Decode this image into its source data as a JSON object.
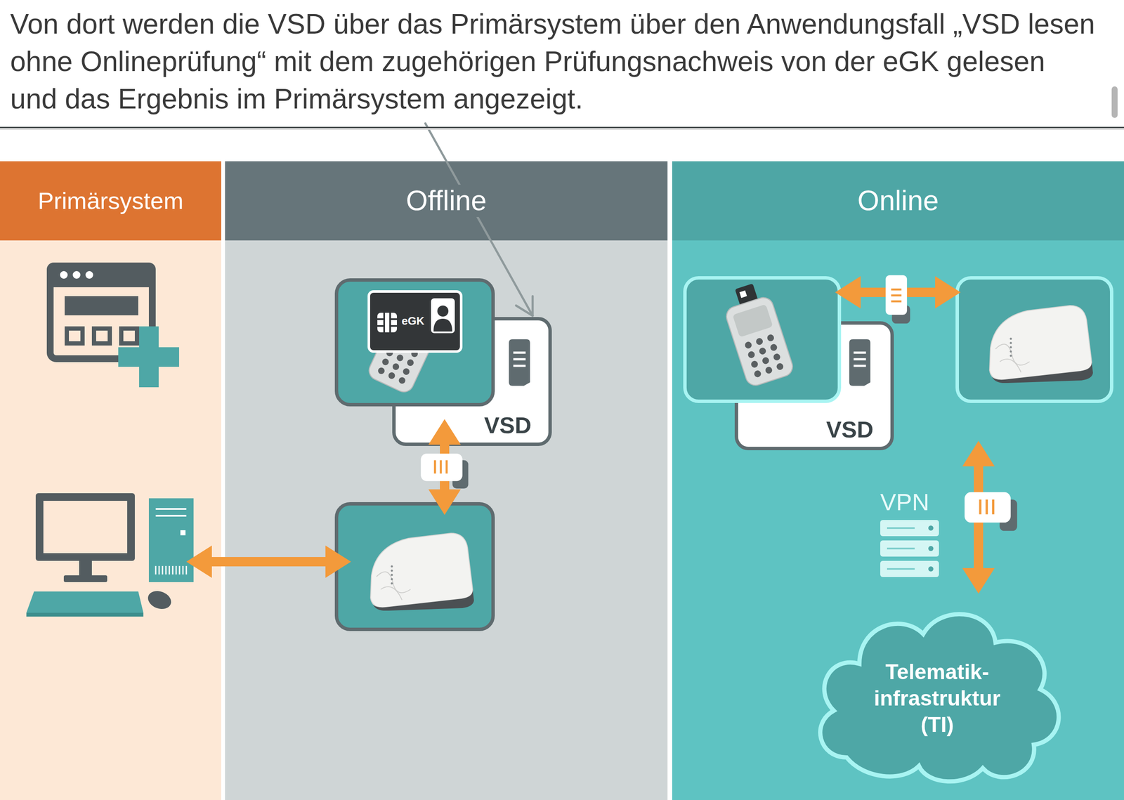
{
  "diagram": {
    "caption": "Von dort werden die VSD über das Primärsystem über den Anwendungsfall „VSD lesen ohne Onlineprüfung“ mit dem zugehörigen Prüfungsnachweis von der eGK gelesen und das Ergebnis im Primärsystem angezeigt.",
    "nodes": [
      {
        "text": [
          "Primärsystem"
        ]
      },
      {
        "text": [
          "Offline"
        ]
      },
      {
        "text": [
          "eGK"
        ],
        "in": 1
      },
      {
        "text": [
          "VSD"
        ],
        "in": 1
      },
      {
        "text": [
          "Online"
        ]
      },
      {
        "text": [
          "VSD"
        ],
        "in": 4
      },
      {
        "text": [
          "Telematik- infrastruktur (TI)"
        ],
        "in": 4
      }
    ],
    "labels": [
      "VPN"
    ]
  }
}
